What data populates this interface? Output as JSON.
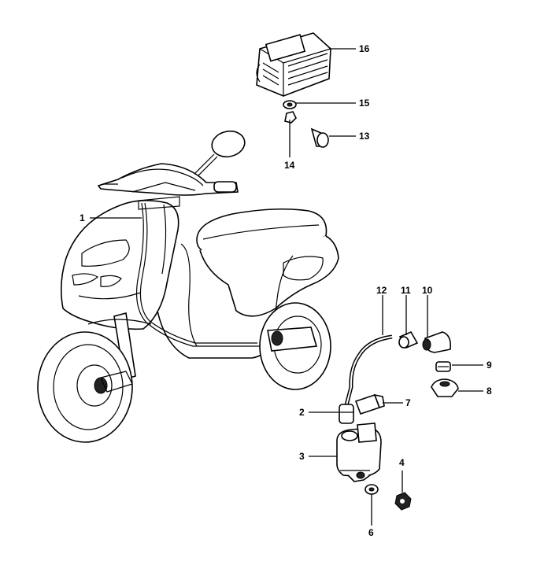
{
  "diagram": {
    "callouts": [
      {
        "id": "1",
        "text": "1"
      },
      {
        "id": "2",
        "text": "2"
      },
      {
        "id": "3",
        "text": "3"
      },
      {
        "id": "4",
        "text": "4"
      },
      {
        "id": "6",
        "text": "6"
      },
      {
        "id": "7",
        "text": "7"
      },
      {
        "id": "8",
        "text": "8"
      },
      {
        "id": "9",
        "text": "9"
      },
      {
        "id": "10",
        "text": "10"
      },
      {
        "id": "11",
        "text": "11"
      },
      {
        "id": "12",
        "text": "12"
      },
      {
        "id": "13",
        "text": "13"
      },
      {
        "id": "14",
        "text": "14"
      },
      {
        "id": "15",
        "text": "15"
      },
      {
        "id": "16",
        "text": "16"
      }
    ]
  }
}
